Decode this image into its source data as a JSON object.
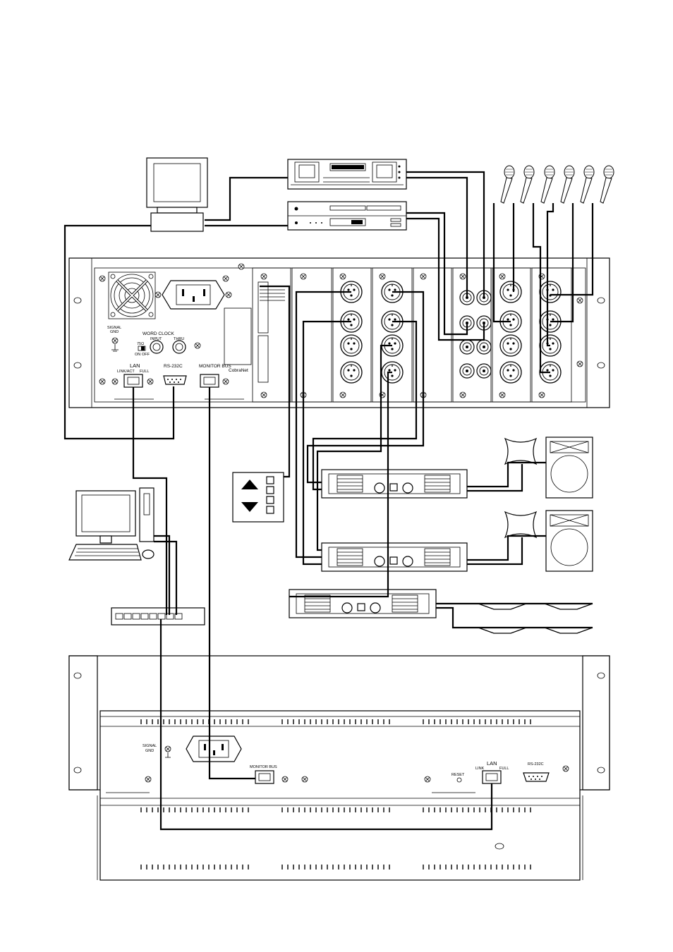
{
  "labels": {
    "mainframe": {
      "signal_gnd_1": "SIGNAL",
      "signal_gnd_2": "GND",
      "word_clock": "WORD CLOCK",
      "input": "INPUT",
      "thru": "THRU",
      "term": "75Ω",
      "on": "ON",
      "off": "OFF",
      "lan": "LAN",
      "link_act": "LINK/ACT",
      "full": "FULL",
      "rs232c": "RS-232C",
      "monitor_bus": "MONITOR BUS",
      "cobranet": "CobraNet"
    },
    "console": {
      "signal_gnd_1": "SIGNAL",
      "signal_gnd_2": "GND",
      "monitor_bus": "MONITOR BUS",
      "reset": "RESET",
      "lan": "LAN",
      "link": "LINK",
      "full": "FULL",
      "rs232c": "RS-232C"
    }
  }
}
